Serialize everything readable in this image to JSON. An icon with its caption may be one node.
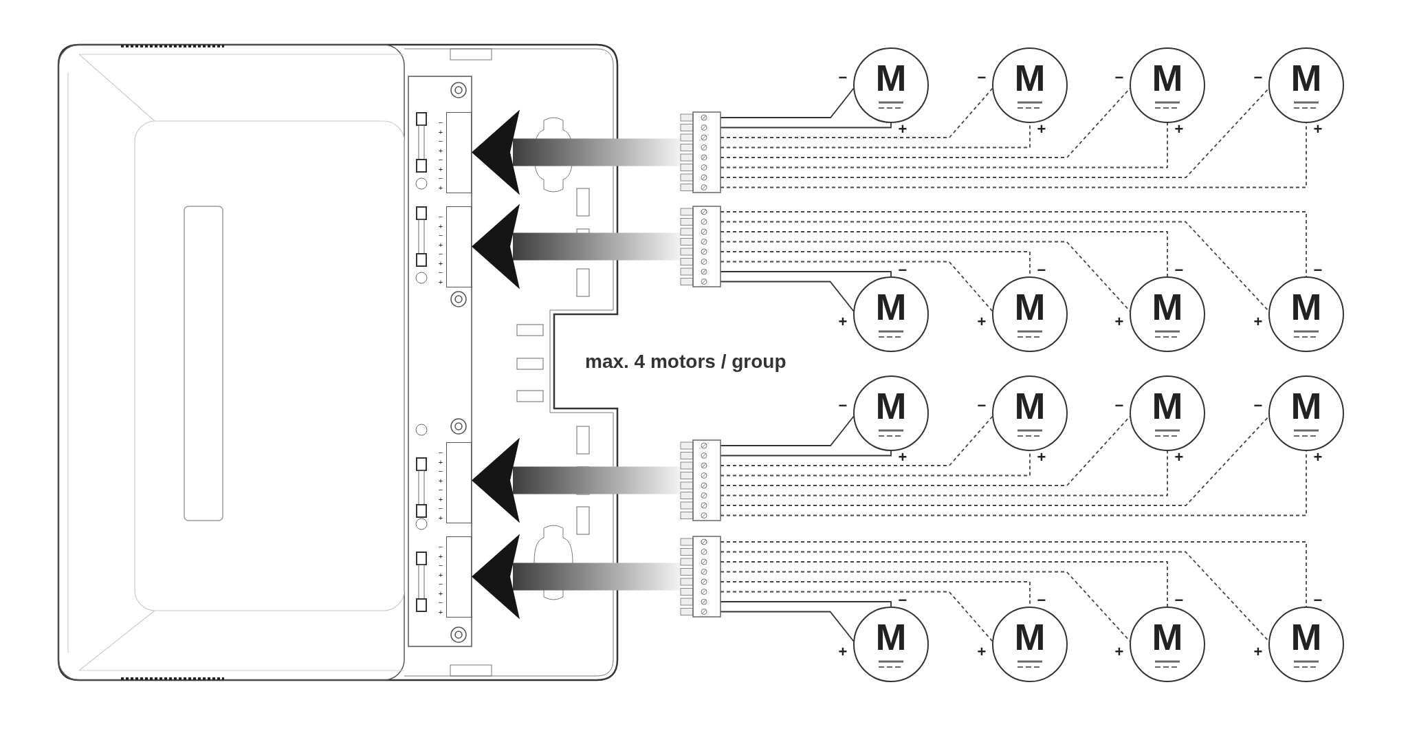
{
  "diagram": {
    "nodes": [
      {
        "text": [],
        "shape": "picture"
      },
      {
        "text": [],
        "shape": "box",
        "in": 0,
        "beside": [
          "−",
          "+",
          "−",
          "+",
          "−",
          "+",
          "−",
          "+"
        ]
      },
      {
        "text": [],
        "shape": "box",
        "in": 0,
        "beside": [
          "−",
          "+",
          "−",
          "+",
          "−",
          "+",
          "−",
          "+"
        ]
      },
      {
        "text": [],
        "shape": "box",
        "in": 0,
        "beside": [
          "−",
          "+",
          "−",
          "+",
          "−",
          "+",
          "−",
          "+"
        ]
      },
      {
        "text": [],
        "shape": "box",
        "in": 0,
        "beside": [
          "−",
          "+",
          "−",
          "+",
          "−",
          "+",
          "−",
          "+"
        ]
      },
      {
        "text": [],
        "shape": "box"
      },
      {
        "text": [],
        "shape": "box"
      },
      {
        "text": [],
        "shape": "box"
      },
      {
        "text": [],
        "shape": "box"
      },
      {
        "text": [
          "M"
        ],
        "beside": [
          "−",
          "+"
        ]
      },
      {
        "text": [
          "M"
        ],
        "beside": [
          "−",
          "+"
        ]
      },
      {
        "text": [
          "M"
        ],
        "beside": [
          "−",
          "+"
        ]
      },
      {
        "text": [
          "M"
        ],
        "beside": [
          "−",
          "+"
        ]
      },
      {
        "text": [
          "M"
        ],
        "beside": [
          "−",
          "+"
        ]
      },
      {
        "text": [
          "M"
        ],
        "beside": [
          "−",
          "+"
        ]
      },
      {
        "text": [
          "M"
        ],
        "beside": [
          "−",
          "+"
        ]
      },
      {
        "text": [
          "M"
        ],
        "beside": [
          "−",
          "+"
        ]
      },
      {
        "text": [
          "M"
        ],
        "beside": [
          "−",
          "+"
        ]
      },
      {
        "text": [
          "M"
        ],
        "beside": [
          "−",
          "+"
        ]
      },
      {
        "text": [
          "M"
        ],
        "beside": [
          "−",
          "+"
        ]
      },
      {
        "text": [
          "M"
        ],
        "beside": [
          "−",
          "+"
        ]
      },
      {
        "text": [
          "M"
        ],
        "beside": [
          "−",
          "+"
        ]
      },
      {
        "text": [
          "M"
        ],
        "beside": [
          "−",
          "+"
        ]
      },
      {
        "text": [
          "M"
        ],
        "beside": [
          "−",
          "+"
        ]
      },
      {
        "text": [
          "M"
        ],
        "beside": [
          "−",
          "+"
        ]
      }
    ],
    "edges": [
      {
        "from": 5,
        "to": 1,
        "arrow": "to",
        "style": "thick"
      },
      {
        "from": 6,
        "to": 2,
        "arrow": "to",
        "style": "thick"
      },
      {
        "from": 7,
        "to": 3,
        "arrow": "to",
        "style": "thick"
      },
      {
        "from": 8,
        "to": 4,
        "arrow": "to",
        "style": "thick"
      },
      {
        "from": 5,
        "to": 9,
        "arrow": "none"
      },
      {
        "from": 5,
        "to": 9,
        "arrow": "none"
      },
      {
        "from": 5,
        "to": 10,
        "arrow": "none",
        "style": "dashed"
      },
      {
        "from": 5,
        "to": 10,
        "arrow": "none",
        "style": "dashed"
      },
      {
        "from": 5,
        "to": 11,
        "arrow": "none",
        "style": "dashed"
      },
      {
        "from": 5,
        "to": 11,
        "arrow": "none",
        "style": "dashed"
      },
      {
        "from": 5,
        "to": 12,
        "arrow": "none",
        "style": "dashed"
      },
      {
        "from": 5,
        "to": 12,
        "arrow": "none",
        "style": "dashed"
      },
      {
        "from": 6,
        "to": 13,
        "arrow": "none"
      },
      {
        "from": 6,
        "to": 13,
        "arrow": "none"
      },
      {
        "from": 6,
        "to": 14,
        "arrow": "none",
        "style": "dashed"
      },
      {
        "from": 6,
        "to": 14,
        "arrow": "none",
        "style": "dashed"
      },
      {
        "from": 6,
        "to": 15,
        "arrow": "none",
        "style": "dashed"
      },
      {
        "from": 6,
        "to": 15,
        "arrow": "none",
        "style": "dashed"
      },
      {
        "from": 6,
        "to": 16,
        "arrow": "none",
        "style": "dashed"
      },
      {
        "from": 6,
        "to": 16,
        "arrow": "none",
        "style": "dashed"
      },
      {
        "from": 7,
        "to": 17,
        "arrow": "none"
      },
      {
        "from": 7,
        "to": 17,
        "arrow": "none"
      },
      {
        "from": 7,
        "to": 18,
        "arrow": "none",
        "style": "dashed"
      },
      {
        "from": 7,
        "to": 18,
        "arrow": "none",
        "style": "dashed"
      },
      {
        "from": 7,
        "to": 19,
        "arrow": "none",
        "style": "dashed"
      },
      {
        "from": 7,
        "to": 19,
        "arrow": "none",
        "style": "dashed"
      },
      {
        "from": 7,
        "to": 20,
        "arrow": "none",
        "style": "dashed"
      },
      {
        "from": 7,
        "to": 20,
        "arrow": "none",
        "style": "dashed"
      },
      {
        "from": 8,
        "to": 21,
        "arrow": "none"
      },
      {
        "from": 8,
        "to": 21,
        "arrow": "none"
      },
      {
        "from": 8,
        "to": 22,
        "arrow": "none",
        "style": "dashed"
      },
      {
        "from": 8,
        "to": 22,
        "arrow": "none",
        "style": "dashed"
      },
      {
        "from": 8,
        "to": 23,
        "arrow": "none",
        "style": "dashed"
      },
      {
        "from": 8,
        "to": 23,
        "arrow": "none",
        "style": "dashed"
      },
      {
        "from": 8,
        "to": 24,
        "arrow": "none",
        "style": "dashed"
      },
      {
        "from": 8,
        "to": 24,
        "arrow": "none",
        "style": "dashed"
      }
    ],
    "labels": [
      "max. 4 motors / group"
    ]
  }
}
